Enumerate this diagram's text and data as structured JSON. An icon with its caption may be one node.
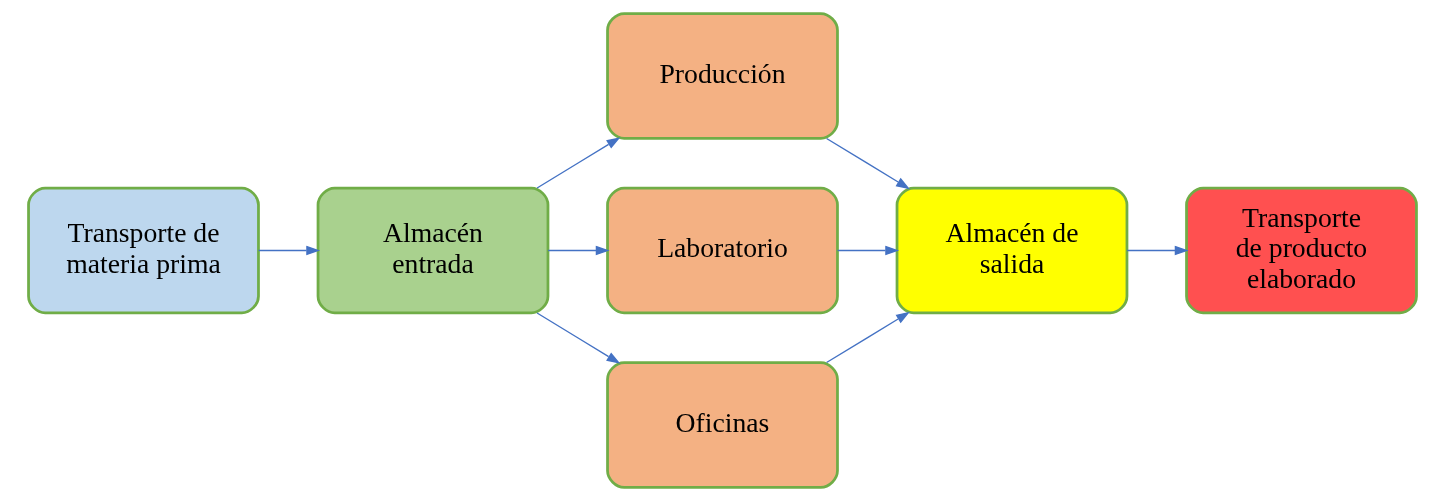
{
  "diagram": {
    "nodes": [
      {
        "text": [
          "Transporte de materia prima"
        ]
      },
      {
        "text": [
          "Almacén entrada"
        ]
      },
      {
        "text": [
          "Producción"
        ]
      },
      {
        "text": [
          "Laboratorio"
        ]
      },
      {
        "text": [
          "Oficinas"
        ]
      },
      {
        "text": [
          "Almacén de salida"
        ]
      },
      {
        "text": [
          "Transporte de producto elaborado"
        ]
      }
    ],
    "edges": [
      {
        "from": 0,
        "to": 1,
        "arrow": "to"
      },
      {
        "from": 1,
        "to": 2,
        "arrow": "to"
      },
      {
        "from": 1,
        "to": 3,
        "arrow": "to"
      },
      {
        "from": 1,
        "to": 4,
        "arrow": "to"
      },
      {
        "from": 2,
        "to": 5,
        "arrow": "to"
      },
      {
        "from": 3,
        "to": 5,
        "arrow": "to"
      },
      {
        "from": 4,
        "to": 5,
        "arrow": "to"
      },
      {
        "from": 5,
        "to": 6,
        "arrow": "to"
      }
    ]
  }
}
